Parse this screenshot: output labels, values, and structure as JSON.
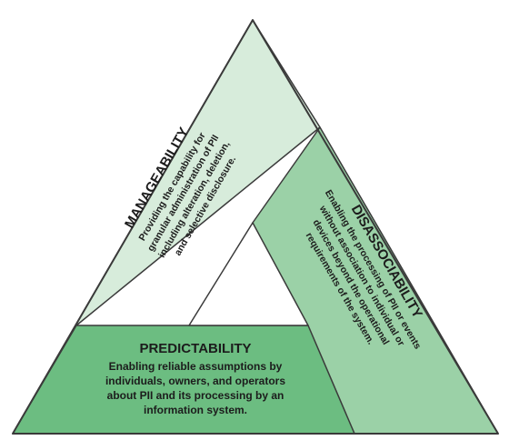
{
  "colors": {
    "manageability_fill": "#d7ecdb",
    "disassociability_fill": "#9bd1a7",
    "predictability_fill": "#6cbd81",
    "outline": "#3a3a3a",
    "text": "#1c1c1c"
  },
  "manageability": {
    "title": "MANAGEABILITY",
    "lines": [
      "Providing the capability for",
      "granular administration of PII",
      "including alteration, deletion,",
      "and selective disclosure."
    ]
  },
  "disassociability": {
    "title": "DISASSOCIABILITY",
    "lines": [
      "Enabling the processing of PII or events",
      "without association to individual or",
      "devices beyond the operational",
      "requirements of the system."
    ]
  },
  "predictability": {
    "title": "PREDICTABILITY",
    "lines": [
      "Enabling reliable assumptions by",
      "individuals, owners, and operators",
      "about PII and its processing by an",
      "information system."
    ]
  }
}
